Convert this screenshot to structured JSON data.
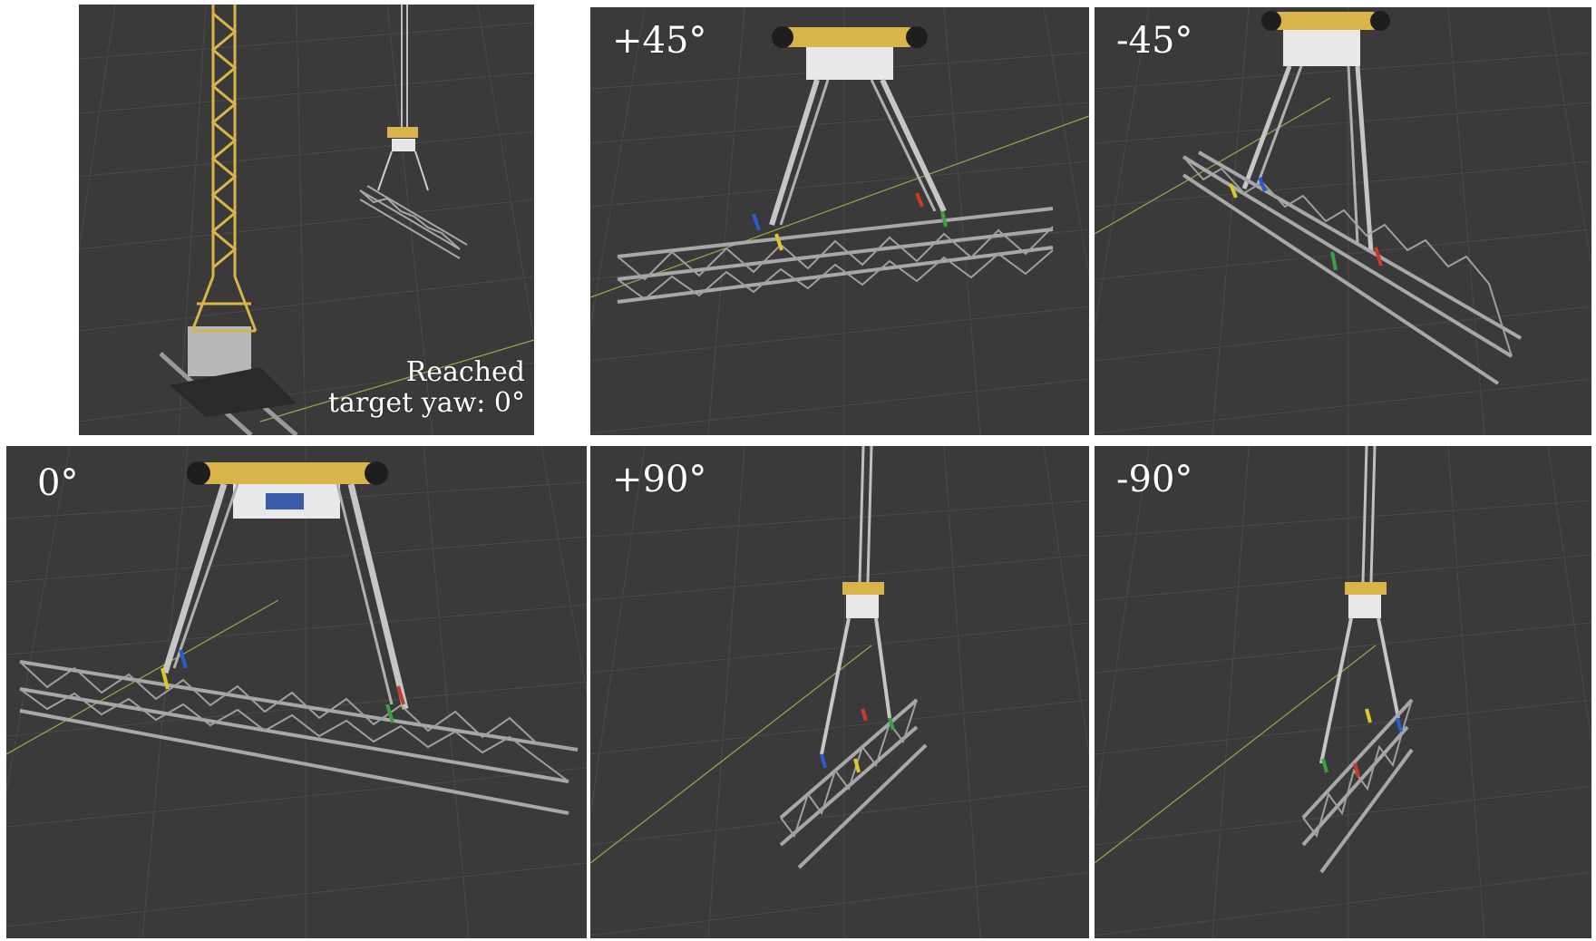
{
  "figure": {
    "panels": [
      {
        "id": "overview",
        "label": "",
        "caption_line1": "Reached",
        "caption_line2": "target yaw: 0°"
      },
      {
        "id": "plus45",
        "label": "+45°"
      },
      {
        "id": "minus45",
        "label": "-45°"
      },
      {
        "id": "zero",
        "label": "0°"
      },
      {
        "id": "plus90",
        "label": "+90°"
      },
      {
        "id": "minus90",
        "label": "-90°"
      }
    ],
    "colors": {
      "background": "#3a3a3a",
      "grid": "#4a4a4a",
      "truss": "#a8a8a8",
      "crane": "#d9b44a",
      "axis_green": "#8fb04a",
      "hook_blue": "#2a5cd0",
      "hook_yellow": "#d8c832",
      "hook_red": "#c83a2a",
      "hook_green": "#3aa040"
    }
  }
}
